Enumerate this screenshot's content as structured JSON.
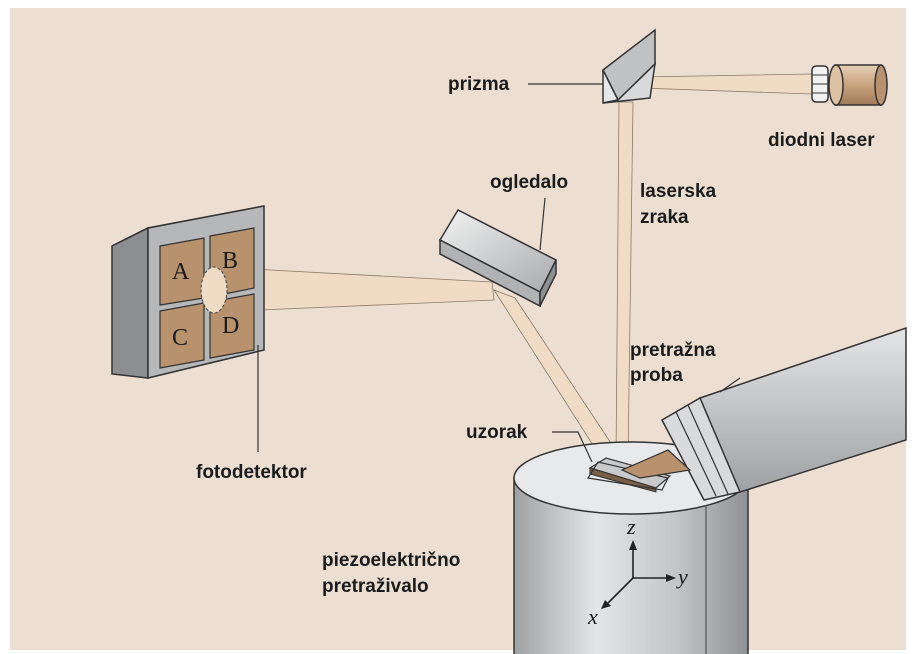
{
  "labels": {
    "prism": "prizma",
    "laser": "diodni laser",
    "mirror": "ogledalo",
    "beam_line1": "laserska",
    "beam_line2": "zraka",
    "probe_line1": "pretražna",
    "probe_line2": "proba",
    "sample": "uzorak",
    "photodetector": "fotodetektor",
    "scanner_line1": "piezoelektrično",
    "scanner_line2": "pretraživalo"
  },
  "quadrants": {
    "a": "A",
    "b": "B",
    "c": "C",
    "d": "D"
  },
  "axes": {
    "z": "z",
    "y": "y",
    "x": "x"
  },
  "colors": {
    "background": "#ecdfd1",
    "beam": "#f0dcc4",
    "sample": "#b8916d",
    "metal": "#c8c9ca"
  }
}
